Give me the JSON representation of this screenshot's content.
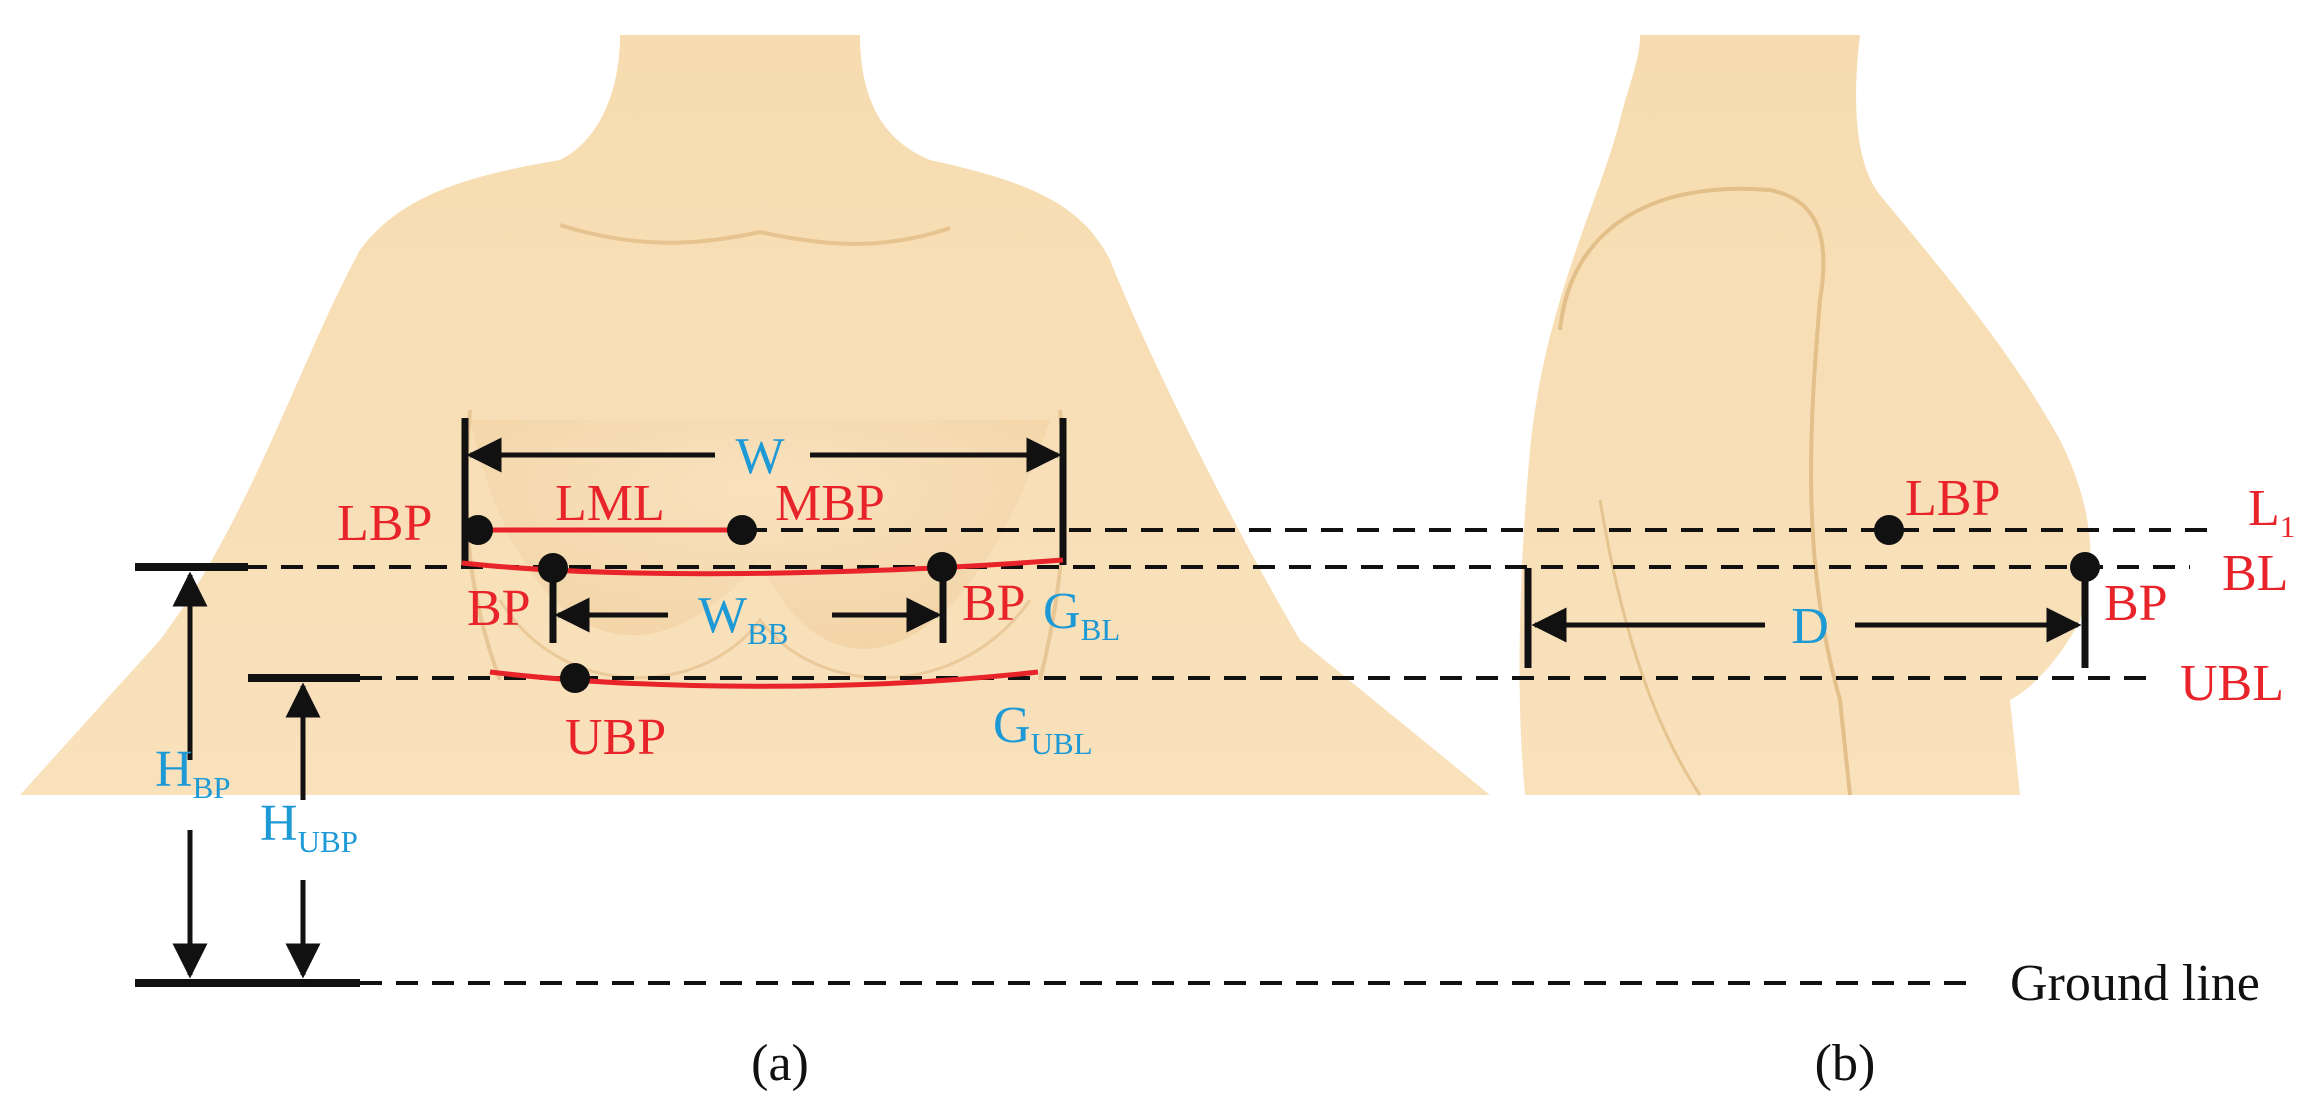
{
  "panel_a": {
    "caption": "(a)",
    "labels": {
      "W": "W",
      "LML": "LML",
      "LBP": "LBP",
      "MBP": "MBP",
      "BP_left": "BP",
      "BP_right": "BP",
      "W_BB_main": "W",
      "W_BB_sub": "BB",
      "G_BL_main": "G",
      "G_BL_sub": "BL",
      "UBP": "UBP",
      "G_UBL_main": "G",
      "G_UBL_sub": "UBL",
      "H_BP_main": "H",
      "H_BP_sub": "BP",
      "H_UBP_main": "H",
      "H_UBP_sub": "UBP"
    }
  },
  "panel_b": {
    "caption": "(b)",
    "labels": {
      "LBP": "LBP",
      "BP": "BP",
      "D": "D"
    }
  },
  "reference_lines": {
    "L1_main": "L",
    "L1_sub": "1",
    "BL": "BL",
    "UBL": "UBL",
    "ground": "Ground line"
  },
  "colors": {
    "skin": "#f8deb4",
    "skin_shadow": "#ecc995",
    "label_red": "#e8232a",
    "label_blue": "#1d9ad6",
    "line_black": "#111111"
  }
}
